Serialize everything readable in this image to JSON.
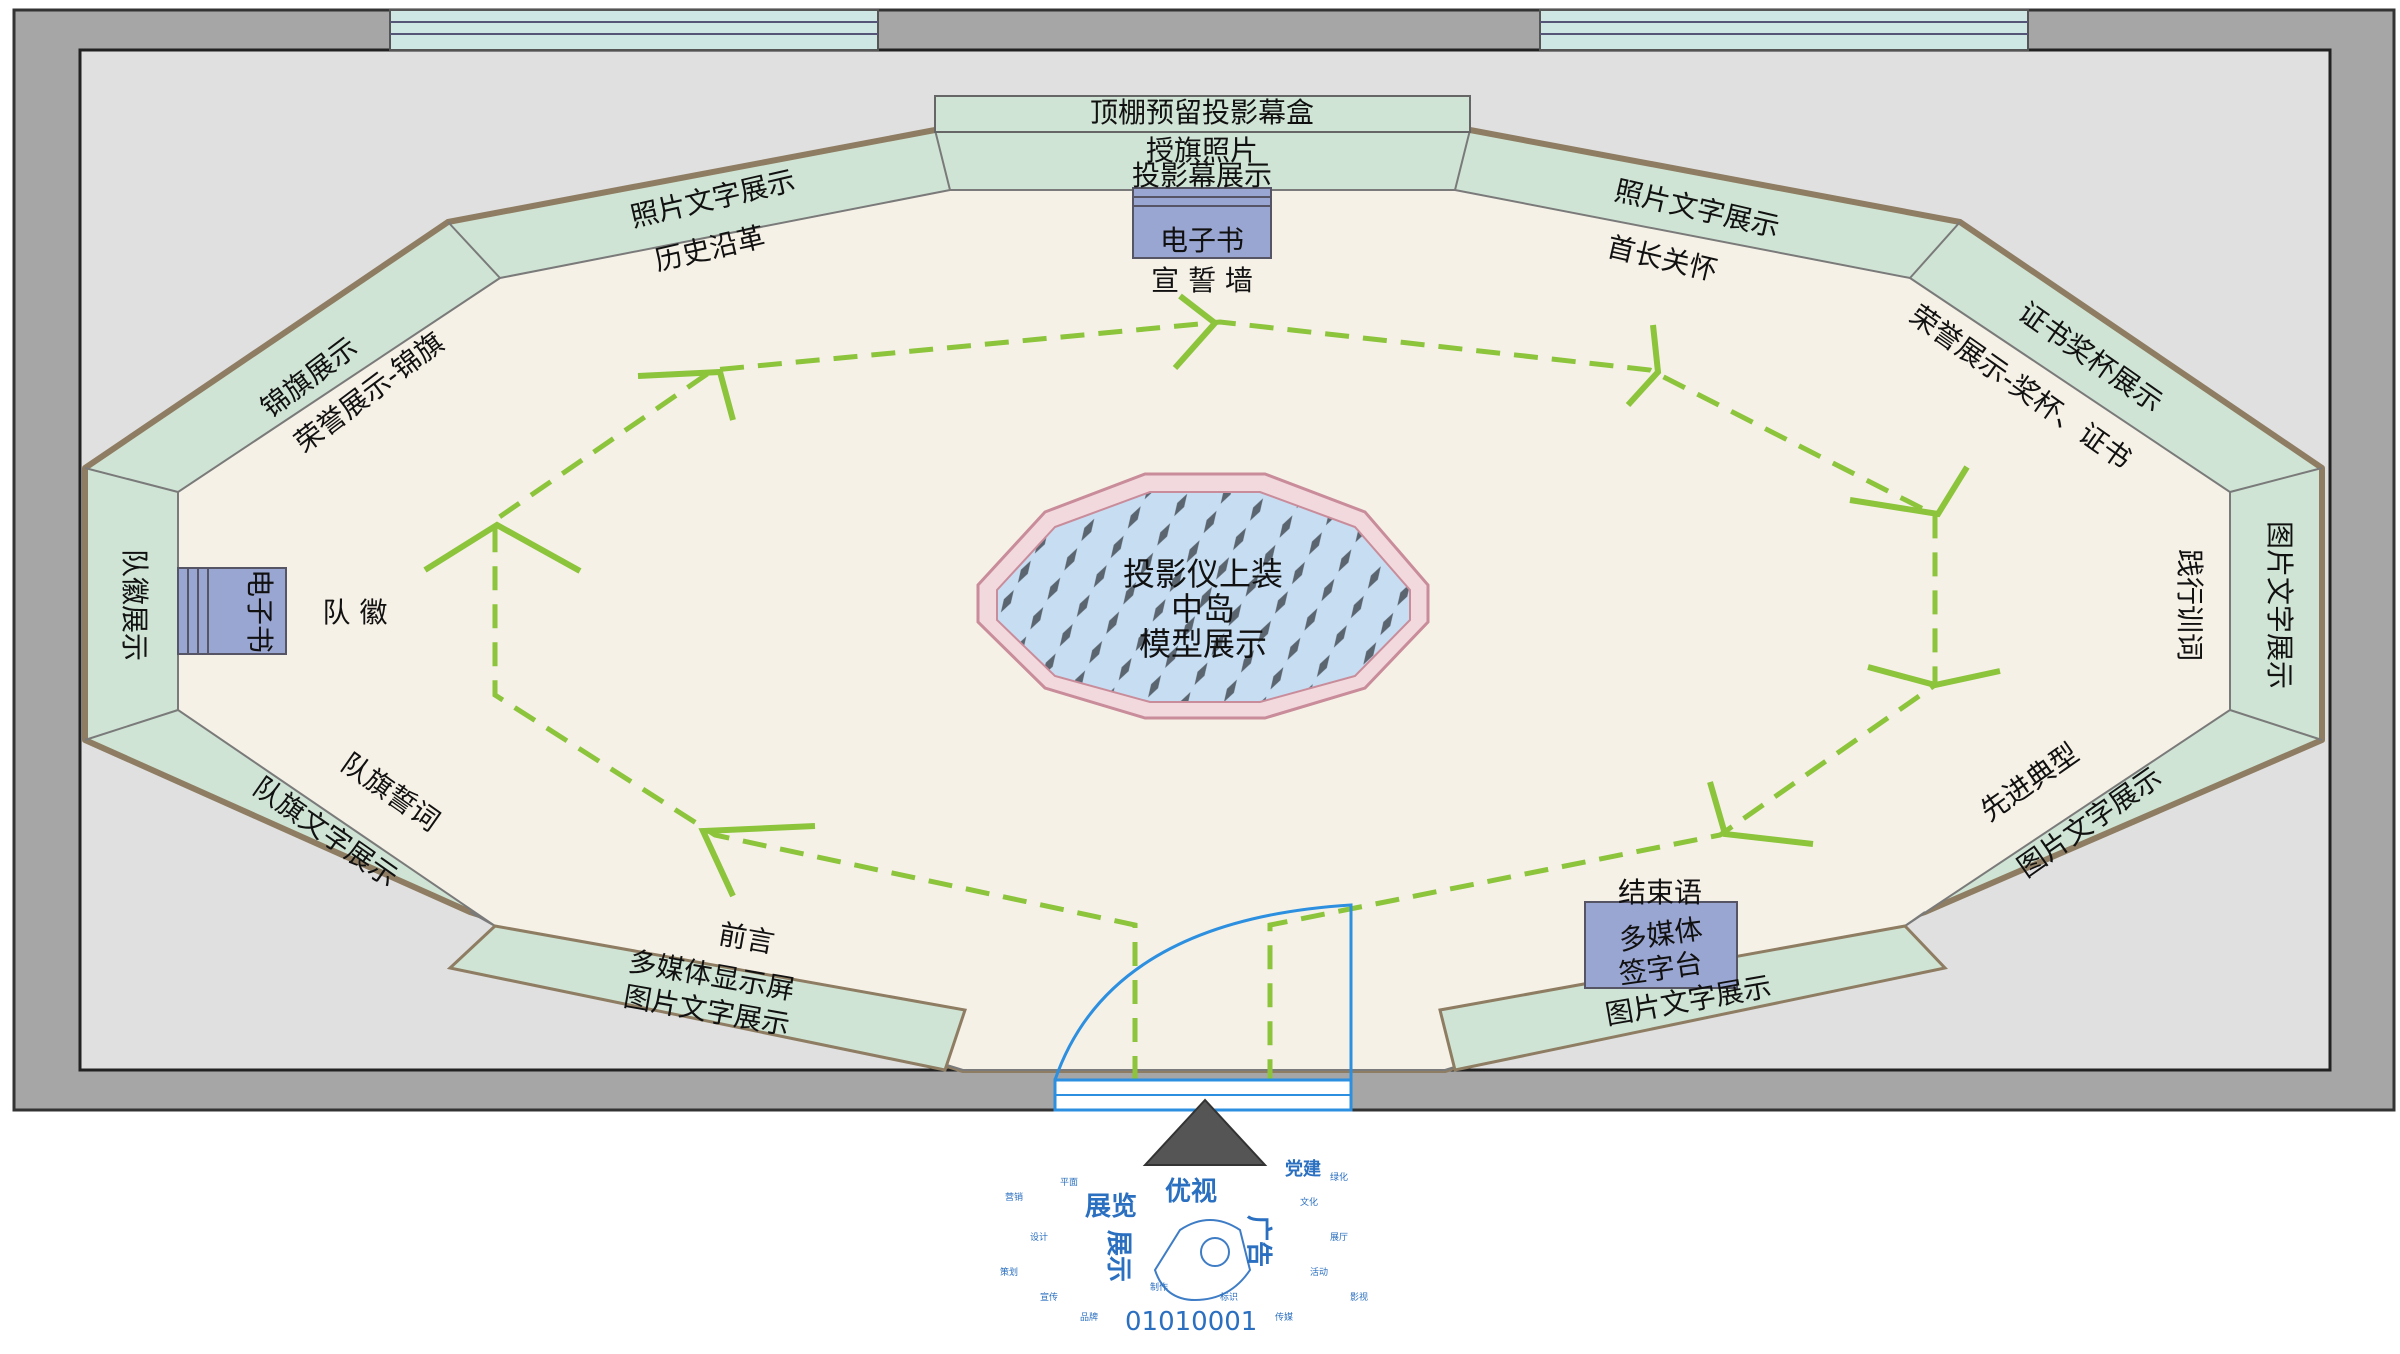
{
  "colors": {
    "wall": "#a6a6a6",
    "wall_inner": "#e0e0e0",
    "floor": "#f6f1e6",
    "panel": "#cfe4d4",
    "panel_edge": "#8e7d62",
    "window": "#cfe7e4",
    "ebook": "#9aa6d2",
    "route": "#8cc43c",
    "door": "#2c8fe0",
    "island_outer": "#f2d9dd",
    "island_inner": "#c7ddf2",
    "text_accent": "#2a6fc0"
  },
  "labels": {
    "ceiling_box": "顶棚预留投影幕盒",
    "flag_photo": "授旗照片",
    "projection_screen": "投影幕展示",
    "ebook_top": "电子书",
    "oath_wall": "宣 誓 墙",
    "photo_text_upper_left": "照片文字展示",
    "history": "历史沿革",
    "photo_text_upper_right": "照片文字展示",
    "leader_care": "首长关怀",
    "banner_display": "锦旗展示",
    "honor_banner": "荣誉展示-锦旗",
    "cert_trophy_display": "证书奖杯展示",
    "honor_trophy_cert": "荣誉展示-奖杯、证书",
    "badge_display": "队徽展示",
    "ebook_left": "电子书",
    "badge": "队 徽",
    "motto_display": "图片文字展示",
    "practice_motto": "践行训词",
    "flag_text_display": "队旗文字展示",
    "flag_oath": "队旗誓词",
    "model_text_display": "图片文字展示",
    "advanced_model": "先进典型",
    "preface": "前言",
    "multimedia_screen": "多媒体显示屏",
    "photo_text_lower_left": "图片文字展示",
    "conclusion": "结束语",
    "multimedia_sign_1": "多媒体",
    "multimedia_sign_2": "签字台",
    "photo_text_lower_right": "图片文字展示",
    "island_1": "投影仪上装",
    "island_2": "中岛",
    "island_3": "模型展示"
  },
  "word_cloud": {
    "big": [
      "展览",
      "优视",
      "展示",
      "广告",
      "党建"
    ],
    "small": [
      "营销",
      "设计",
      "策划",
      "宣传",
      "品牌",
      "文化",
      "展厅",
      "活动",
      "影视",
      "传媒",
      "平面",
      "绿化",
      "标识",
      "制作"
    ],
    "digits": "01010001"
  }
}
